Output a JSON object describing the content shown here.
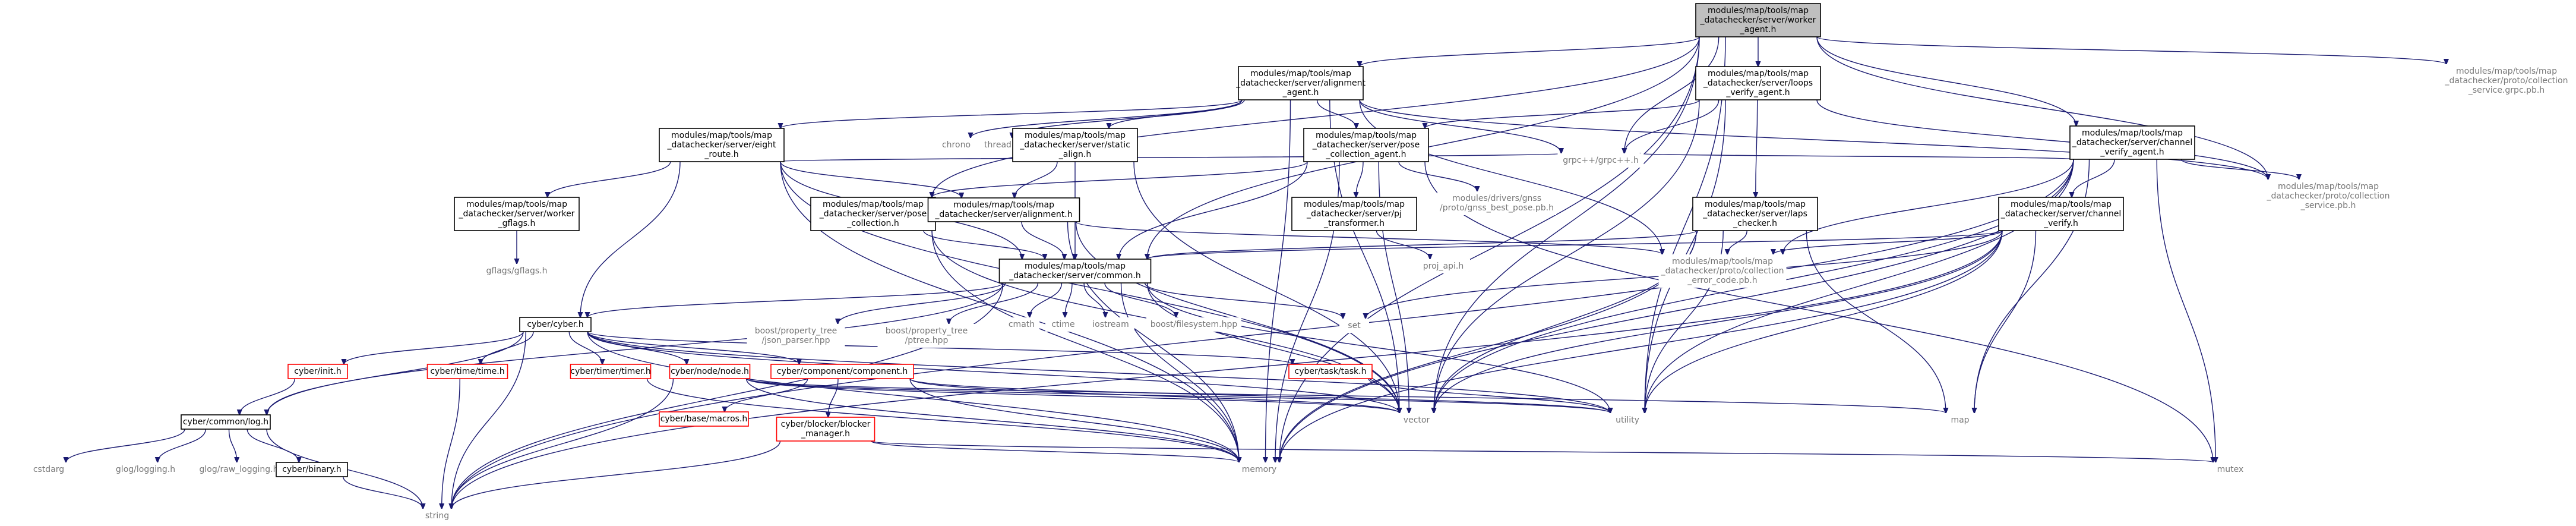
{
  "diagram": {
    "nodes": [
      {
        "id": "root",
        "style": "root",
        "lines": [
          "modules/map/tools/map",
          "_datachecker/server/worker",
          "_agent.h"
        ]
      },
      {
        "id": "alignment_agent",
        "style": "black",
        "lines": [
          "modules/map/tools/map",
          "_datachecker/server/alignment",
          "_agent.h"
        ]
      },
      {
        "id": "loops_verify",
        "style": "black",
        "lines": [
          "modules/map/tools/map",
          "_datachecker/server/loops",
          "_verify_agent.h"
        ]
      },
      {
        "id": "channel_verify_agent",
        "style": "black",
        "lines": [
          "modules/map/tools/map",
          "_datachecker/server/channel",
          "_verify_agent.h"
        ]
      },
      {
        "id": "collection_service_grpc",
        "style": "gray",
        "lines": [
          "modules/map/tools/map",
          "_datachecker/proto/collection",
          "_service.grpc.pb.h"
        ]
      },
      {
        "id": "chrono",
        "style": "gray",
        "lines": [
          "chrono"
        ]
      },
      {
        "id": "thread",
        "style": "gray",
        "lines": [
          "thread"
        ]
      },
      {
        "id": "static_align",
        "style": "black",
        "lines": [
          "modules/map/tools/map",
          "_datachecker/server/static",
          "_align.h"
        ]
      },
      {
        "id": "pose_collection_agent",
        "style": "black",
        "lines": [
          "modules/map/tools/map",
          "_datachecker/server/pose",
          "_collection_agent.h"
        ]
      },
      {
        "id": "eight_route",
        "style": "black",
        "lines": [
          "modules/map/tools/map",
          "_datachecker/server/eight",
          "_route.h"
        ]
      },
      {
        "id": "grpcpp",
        "style": "gray",
        "lines": [
          "grpc++/grpc++.h"
        ]
      },
      {
        "id": "worker_gflags",
        "style": "black",
        "lines": [
          "modules/map/tools/map",
          "_datachecker/server/worker",
          "_gflags.h"
        ]
      },
      {
        "id": "pose_collection",
        "style": "black",
        "lines": [
          "modules/map/tools/map",
          "_datachecker/server/pose",
          "_collection.h"
        ]
      },
      {
        "id": "alignment",
        "style": "black",
        "lines": [
          "modules/map/tools/map",
          "_datachecker/server/alignment.h"
        ]
      },
      {
        "id": "pj_transformer",
        "style": "black",
        "lines": [
          "modules/map/tools/map",
          "_datachecker/server/pj",
          "_transformer.h"
        ]
      },
      {
        "id": "gnss_best_pose",
        "style": "gray",
        "lines": [
          "modules/drivers/gnss",
          "/proto/gnss_best_pose.pb.h"
        ]
      },
      {
        "id": "laps_checker",
        "style": "black",
        "lines": [
          "modules/map/tools/map",
          "_datachecker/server/laps",
          "_checker.h"
        ]
      },
      {
        "id": "channel_verify",
        "style": "black",
        "lines": [
          "modules/map/tools/map",
          "_datachecker/server/channel",
          "_verify.h"
        ]
      },
      {
        "id": "collection_service_pb",
        "style": "gray",
        "lines": [
          "modules/map/tools/map",
          "_datachecker/proto/collection",
          "_service.pb.h"
        ]
      },
      {
        "id": "gflags",
        "style": "gray",
        "lines": [
          "gflags/gflags.h"
        ]
      },
      {
        "id": "proj_api",
        "style": "gray",
        "lines": [
          "proj_api.h"
        ]
      },
      {
        "id": "common",
        "style": "black",
        "lines": [
          "modules/map/tools/map",
          "_datachecker/server/common.h"
        ]
      },
      {
        "id": "collection_error_code",
        "style": "gray",
        "lines": [
          "modules/map/tools/map",
          "_datachecker/proto/collection",
          "_error_code.pb.h"
        ]
      },
      {
        "id": "cyber_cyber",
        "style": "black",
        "lines": [
          "cyber/cyber.h"
        ]
      },
      {
        "id": "json_parser",
        "style": "gray",
        "lines": [
          "boost/property_tree",
          "/json_parser.hpp"
        ]
      },
      {
        "id": "ptree",
        "style": "gray",
        "lines": [
          "boost/property_tree",
          "/ptree.hpp"
        ]
      },
      {
        "id": "cmath",
        "style": "gray",
        "lines": [
          "cmath"
        ]
      },
      {
        "id": "ctime",
        "style": "gray",
        "lines": [
          "ctime"
        ]
      },
      {
        "id": "iostream",
        "style": "gray",
        "lines": [
          "iostream"
        ]
      },
      {
        "id": "filesystem",
        "style": "gray",
        "lines": [
          "boost/filesystem.hpp"
        ]
      },
      {
        "id": "set",
        "style": "gray",
        "lines": [
          "set"
        ]
      },
      {
        "id": "init",
        "style": "red",
        "lines": [
          "cyber/init.h"
        ]
      },
      {
        "id": "time",
        "style": "red",
        "lines": [
          "cyber/time/time.h"
        ]
      },
      {
        "id": "timer",
        "style": "red",
        "lines": [
          "cyber/timer/timer.h"
        ]
      },
      {
        "id": "node",
        "style": "red",
        "lines": [
          "cyber/node/node.h"
        ]
      },
      {
        "id": "component",
        "style": "red",
        "lines": [
          "cyber/component/component.h"
        ]
      },
      {
        "id": "task",
        "style": "red",
        "lines": [
          "cyber/task/task.h"
        ]
      },
      {
        "id": "log",
        "style": "black",
        "lines": [
          "cyber/common/log.h"
        ]
      },
      {
        "id": "macros",
        "style": "red",
        "lines": [
          "cyber/base/macros.h"
        ]
      },
      {
        "id": "blocker_manager",
        "style": "red",
        "lines": [
          "cyber/blocker/blocker",
          "_manager.h"
        ]
      },
      {
        "id": "vector",
        "style": "gray",
        "lines": [
          "vector"
        ]
      },
      {
        "id": "utility",
        "style": "gray",
        "lines": [
          "utility"
        ]
      },
      {
        "id": "map",
        "style": "gray",
        "lines": [
          "map"
        ]
      },
      {
        "id": "mutex",
        "style": "gray",
        "lines": [
          "mutex"
        ]
      },
      {
        "id": "memory",
        "style": "gray",
        "lines": [
          "memory"
        ]
      },
      {
        "id": "cstdarg",
        "style": "gray",
        "lines": [
          "cstdarg"
        ]
      },
      {
        "id": "glog_logging",
        "style": "gray",
        "lines": [
          "glog/logging.h"
        ]
      },
      {
        "id": "glog_raw_logging",
        "style": "gray",
        "lines": [
          "glog/raw_logging.h"
        ]
      },
      {
        "id": "binary",
        "style": "black",
        "lines": [
          "cyber/binary.h"
        ]
      },
      {
        "id": "string",
        "style": "gray",
        "lines": [
          "string"
        ]
      }
    ],
    "edges": [
      [
        "root",
        "alignment_agent"
      ],
      [
        "root",
        "loops_verify"
      ],
      [
        "root",
        "channel_verify_agent"
      ],
      [
        "root",
        "collection_service_grpc"
      ],
      [
        "root",
        "grpcpp"
      ],
      [
        "root",
        "pose_collection"
      ],
      [
        "root",
        "common"
      ],
      [
        "root",
        "vector"
      ],
      [
        "root",
        "utility"
      ],
      [
        "root",
        "memory"
      ],
      [
        "root",
        "collection_service_pb"
      ],
      [
        "alignment_agent",
        "chrono"
      ],
      [
        "alignment_agent",
        "thread"
      ],
      [
        "alignment_agent",
        "static_align"
      ],
      [
        "alignment_agent",
        "pose_collection_agent"
      ],
      [
        "alignment_agent",
        "eight_route"
      ],
      [
        "alignment_agent",
        "grpcpp"
      ],
      [
        "alignment_agent",
        "vector"
      ],
      [
        "alignment_agent",
        "memory"
      ],
      [
        "alignment_agent",
        "collection_error_code"
      ],
      [
        "alignment_agent",
        "collection_service_pb"
      ],
      [
        "loops_verify",
        "pose_collection_agent"
      ],
      [
        "loops_verify",
        "grpcpp"
      ],
      [
        "loops_verify",
        "laps_checker"
      ],
      [
        "loops_verify",
        "vector"
      ],
      [
        "loops_verify",
        "utility"
      ],
      [
        "loops_verify",
        "collection_service_pb"
      ],
      [
        "channel_verify_agent",
        "grpcpp"
      ],
      [
        "channel_verify_agent",
        "channel_verify"
      ],
      [
        "channel_verify_agent",
        "collection_service_pb"
      ],
      [
        "channel_verify_agent",
        "collection_error_code"
      ],
      [
        "channel_verify_agent",
        "map"
      ],
      [
        "channel_verify_agent",
        "mutex"
      ],
      [
        "channel_verify_agent",
        "memory"
      ],
      [
        "channel_verify_agent",
        "utility"
      ],
      [
        "channel_verify_agent",
        "vector"
      ],
      [
        "channel_verify_agent",
        "string"
      ],
      [
        "static_align",
        "alignment"
      ],
      [
        "static_align",
        "common"
      ],
      [
        "static_align",
        "vector"
      ],
      [
        "pose_collection_agent",
        "pose_collection"
      ],
      [
        "pose_collection_agent",
        "pj_transformer"
      ],
      [
        "pose_collection_agent",
        "gnss_best_pose"
      ],
      [
        "pose_collection_agent",
        "common"
      ],
      [
        "pose_collection_agent",
        "vector"
      ],
      [
        "pose_collection_agent",
        "mutex"
      ],
      [
        "pose_collection_agent",
        "memory"
      ],
      [
        "eight_route",
        "worker_gflags"
      ],
      [
        "eight_route",
        "alignment"
      ],
      [
        "eight_route",
        "common"
      ],
      [
        "eight_route",
        "cyber_cyber"
      ],
      [
        "eight_route",
        "grpcpp"
      ],
      [
        "eight_route",
        "memory"
      ],
      [
        "eight_route",
        "vector"
      ],
      [
        "worker_gflags",
        "gflags"
      ],
      [
        "pose_collection",
        "common"
      ],
      [
        "pose_collection",
        "memory"
      ],
      [
        "pose_collection",
        "vector"
      ],
      [
        "alignment",
        "common"
      ],
      [
        "alignment",
        "collection_error_code"
      ],
      [
        "alignment",
        "memory"
      ],
      [
        "alignment",
        "vector"
      ],
      [
        "pj_transformer",
        "proj_api"
      ],
      [
        "laps_checker",
        "common"
      ],
      [
        "laps_checker",
        "collection_error_code"
      ],
      [
        "laps_checker",
        "map"
      ],
      [
        "laps_checker",
        "memory"
      ],
      [
        "laps_checker",
        "utility"
      ],
      [
        "laps_checker",
        "vector"
      ],
      [
        "channel_verify",
        "common"
      ],
      [
        "channel_verify",
        "collection_error_code"
      ],
      [
        "channel_verify",
        "map"
      ],
      [
        "channel_verify",
        "set"
      ],
      [
        "channel_verify",
        "memory"
      ],
      [
        "channel_verify",
        "utility"
      ],
      [
        "channel_verify",
        "vector"
      ],
      [
        "channel_verify",
        "string"
      ],
      [
        "common",
        "cyber_cyber"
      ],
      [
        "common",
        "json_parser"
      ],
      [
        "common",
        "ptree"
      ],
      [
        "common",
        "cmath"
      ],
      [
        "common",
        "ctime"
      ],
      [
        "common",
        "iostream"
      ],
      [
        "common",
        "filesystem"
      ],
      [
        "common",
        "set"
      ],
      [
        "common",
        "memory"
      ],
      [
        "common",
        "string"
      ],
      [
        "common",
        "utility"
      ],
      [
        "common",
        "vector"
      ],
      [
        "common",
        "log"
      ],
      [
        "cyber_cyber",
        "init"
      ],
      [
        "cyber_cyber",
        "time"
      ],
      [
        "cyber_cyber",
        "timer"
      ],
      [
        "cyber_cyber",
        "node"
      ],
      [
        "cyber_cyber",
        "component"
      ],
      [
        "cyber_cyber",
        "task"
      ],
      [
        "cyber_cyber",
        "log"
      ],
      [
        "cyber_cyber",
        "memory"
      ],
      [
        "cyber_cyber",
        "string"
      ],
      [
        "cyber_cyber",
        "utility"
      ],
      [
        "cyber_cyber",
        "vector"
      ],
      [
        "init",
        "log"
      ],
      [
        "time",
        "string"
      ],
      [
        "timer",
        "memory"
      ],
      [
        "node",
        "memory"
      ],
      [
        "node",
        "string"
      ],
      [
        "node",
        "utility"
      ],
      [
        "node",
        "vector"
      ],
      [
        "node",
        "map"
      ],
      [
        "component",
        "macros"
      ],
      [
        "component",
        "blocker_manager"
      ],
      [
        "component",
        "memory"
      ],
      [
        "component",
        "vector"
      ],
      [
        "component",
        "utility"
      ],
      [
        "task",
        "utility"
      ],
      [
        "blocker_manager",
        "memory"
      ],
      [
        "blocker_manager",
        "mutex"
      ],
      [
        "blocker_manager",
        "string"
      ],
      [
        "log",
        "cstdarg"
      ],
      [
        "log",
        "glog_logging"
      ],
      [
        "log",
        "glog_raw_logging"
      ],
      [
        "log",
        "binary"
      ],
      [
        "log",
        "string"
      ],
      [
        "binary",
        "string"
      ]
    ]
  }
}
